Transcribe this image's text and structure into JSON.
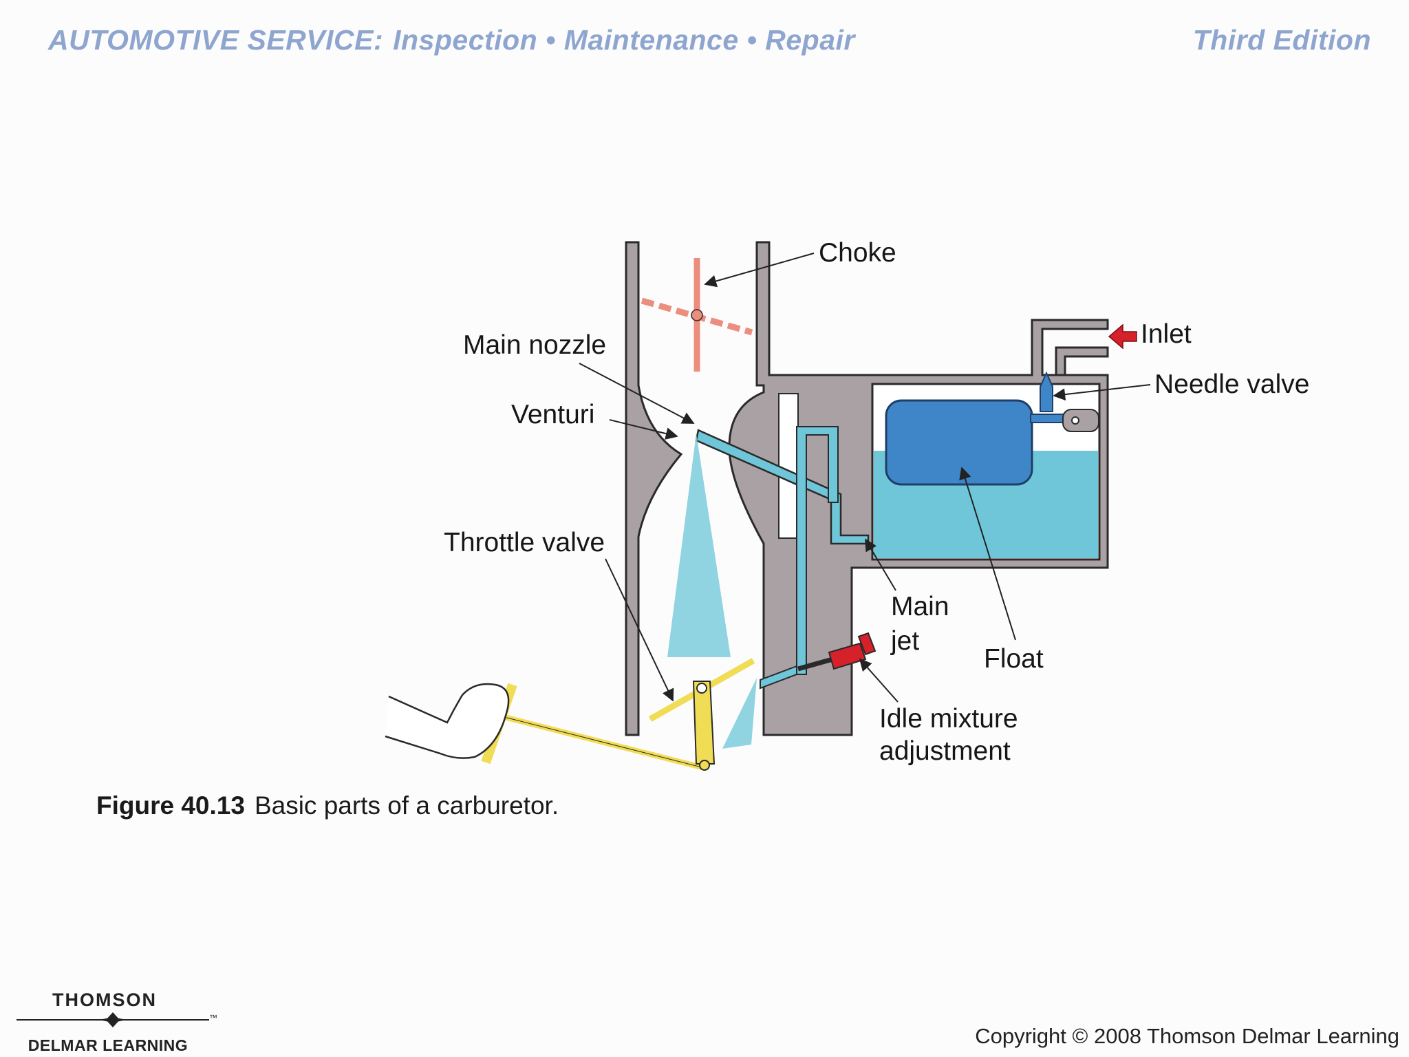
{
  "header": {
    "title_main": "AUTOMOTIVE SERVICE:",
    "title_sub": "Inspection • Maintenance • Repair",
    "edition": "Third Edition"
  },
  "diagram": {
    "labels": {
      "choke": "Choke",
      "inlet": "Inlet",
      "main_nozzle": "Main nozzle",
      "needle_valve": "Needle valve",
      "venturi": "Venturi",
      "throttle_valve": "Throttle valve",
      "main_jet_line1": "Main",
      "main_jet_line2": "jet",
      "float": "Float",
      "idle_line1": "Idle mixture",
      "idle_line2": "adjustment"
    },
    "colors": {
      "body": "#a9a1a4",
      "fuel": "#6fc6d8",
      "float": "#3f86c8",
      "choke": "#ec8e7e",
      "throttle": "#f1dc55",
      "inlet_arrow": "#d6212a",
      "idle_screw": "#d6212a"
    }
  },
  "caption": {
    "figure": "Figure 40.13",
    "text": "Basic parts of a carburetor."
  },
  "footer": {
    "logo_top": "THOMSON",
    "logo_bottom": "DELMAR LEARNING",
    "logo_tm": "™",
    "copyright": "Copyright © 2008 Thomson Delmar Learning"
  }
}
